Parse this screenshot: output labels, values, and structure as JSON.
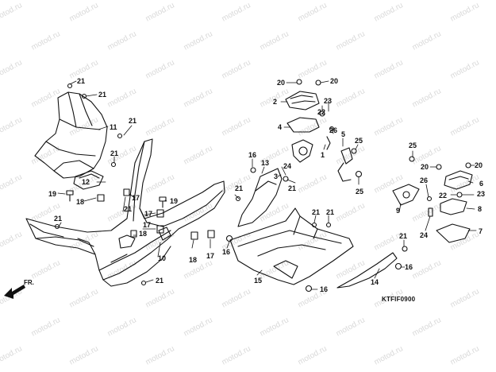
{
  "watermark": "motod.ru",
  "catalog_code": "KTFIF0900",
  "front_marker": "FR.",
  "callouts": {
    "c21a": "21",
    "c21b": "21",
    "c11": "11",
    "c21c": "21",
    "c21d": "21",
    "c12": "12",
    "c19a": "19",
    "c18a": "18",
    "c17a": "17",
    "c21e": "21",
    "c21f": "21",
    "c17b": "17",
    "c17c": "17",
    "c18b": "18",
    "c19b": "19",
    "c18c": "18",
    "c17d": "17",
    "c21g": "21",
    "c10": "10",
    "c21h": "21",
    "c20a": "20",
    "c20b": "20",
    "c2": "2",
    "c22a": "22",
    "c23a": "23",
    "c4": "4",
    "c26a": "26",
    "c5": "5",
    "c25a": "25",
    "c1": "1",
    "c16a": "16",
    "c13": "13",
    "c24a": "24",
    "c3": "3",
    "c21i": "21",
    "c25b": "25",
    "c25c": "25",
    "c20c": "20",
    "c20d": "20",
    "c6": "6",
    "c26b": "26",
    "c22b": "22",
    "c23b": "23",
    "c8": "8",
    "c9": "9",
    "c24b": "24",
    "c7": "7",
    "c21j": "21",
    "c21k": "21",
    "c21l": "21",
    "c16b": "16",
    "c15": "15",
    "c16c": "16",
    "c14": "14",
    "c16d": "16"
  }
}
